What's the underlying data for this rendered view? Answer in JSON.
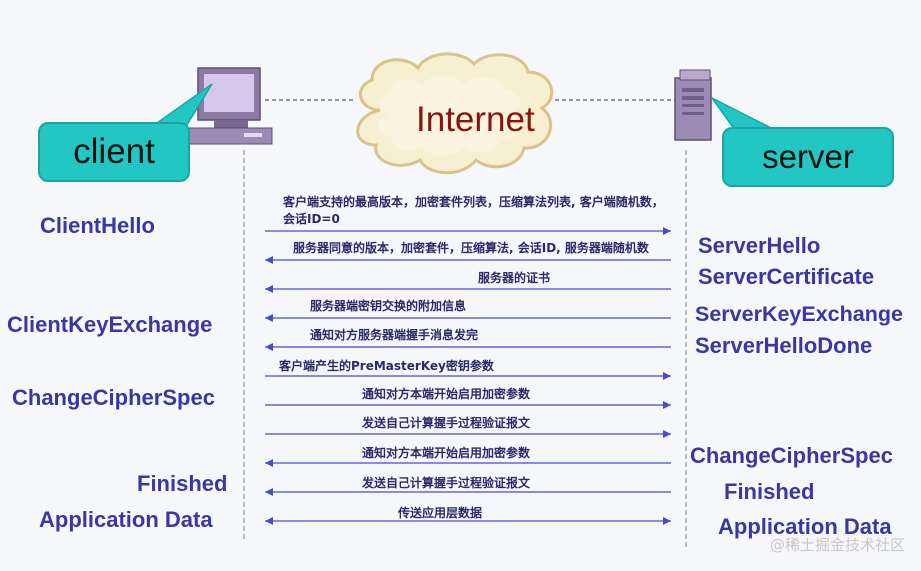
{
  "nodes": {
    "client_label": "client",
    "server_label": "server",
    "cloud_label": "Internet"
  },
  "client_steps": [
    "ClientHello",
    "ClientKeyExchange",
    "ChangeCipherSpec",
    "Finished",
    "Application Data"
  ],
  "server_steps": [
    "ServerHello",
    "ServerCertificate",
    "ServerKeyExchange",
    "ServerHelloDone",
    "ChangeCipherSpec",
    "Finished",
    "Application Data"
  ],
  "messages": [
    {
      "text": "客户端支持的最高版本，加密套件列表，压缩算法列表, 客户端随机数，会话ID=0",
      "direction": "right"
    },
    {
      "text": "服务器同意的版本，加密套件，压缩算法, 会话ID, 服务器端随机数",
      "direction": "left"
    },
    {
      "text": "服务器的证书",
      "direction": "left"
    },
    {
      "text": "服务器端密钥交换的附加信息",
      "direction": "left"
    },
    {
      "text": "通知对方服务器端握手消息发完",
      "direction": "left"
    },
    {
      "text": "客户端产生的PreMasterKey密钥参数",
      "direction": "right"
    },
    {
      "text": "通知对方本端开始启用加密参数",
      "direction": "right"
    },
    {
      "text": "发送自己计算握手过程验证报文",
      "direction": "right"
    },
    {
      "text": "通知对方本端开始启用加密参数",
      "direction": "left"
    },
    {
      "text": "发送自己计算握手过程验证报文",
      "direction": "left"
    },
    {
      "text": "传送应用层数据",
      "direction": "both"
    }
  ],
  "watermark": "@稀土掘金技术社区",
  "colors": {
    "bubble": "#22c7c3",
    "step_text": "#3a37a3",
    "internet_text": "#8a1414",
    "arrow": "#4a4ad0"
  }
}
